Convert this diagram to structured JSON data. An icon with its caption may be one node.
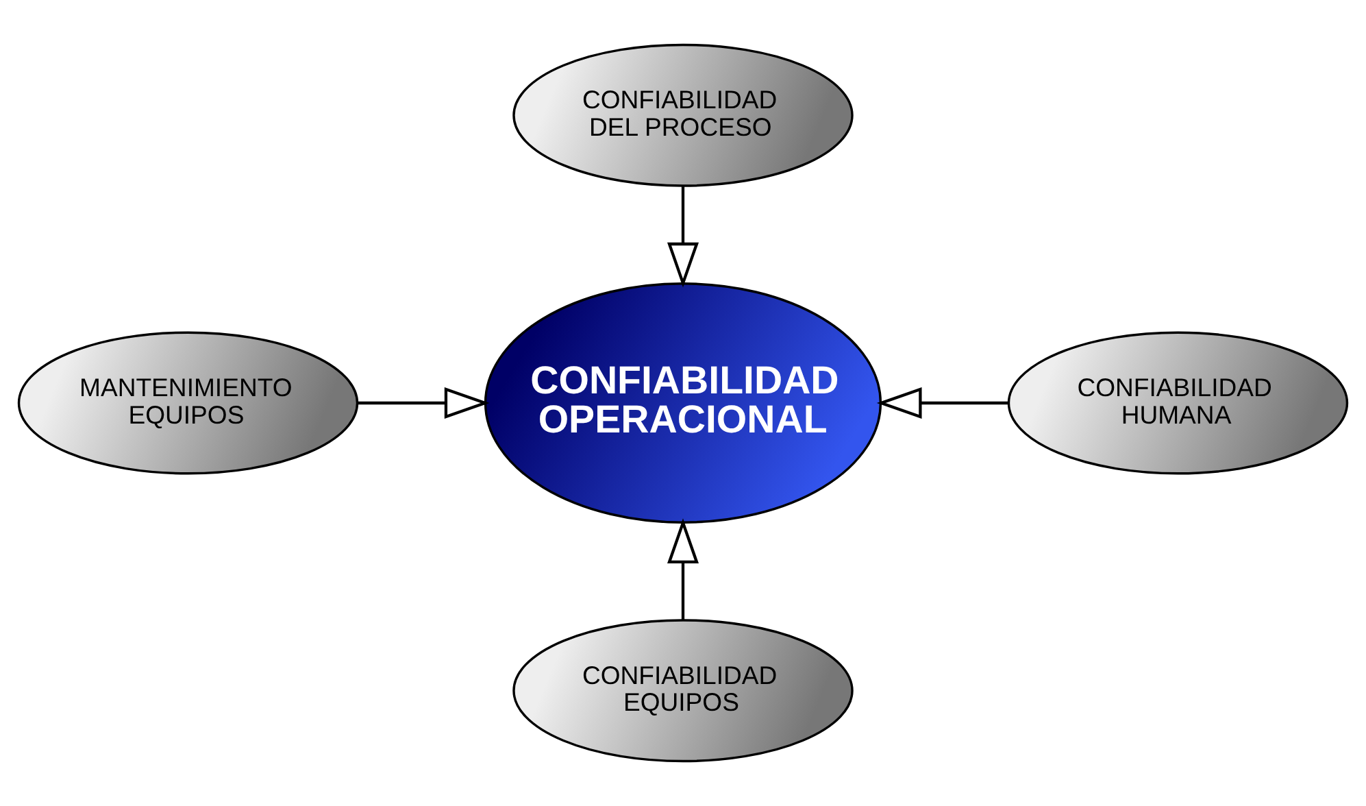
{
  "diagram": {
    "nodes": [
      {
        "text": [
          "CONFIABILIDAD DEL PROCESO"
        ]
      },
      {
        "text": [
          "MANTENIMIENTO EQUIPOS"
        ]
      },
      {
        "text": [
          "CONFIABILIDAD OPERACIONAL"
        ]
      },
      {
        "text": [
          "CONFIABILIDAD HUMANA"
        ]
      },
      {
        "text": [
          "CONFIABILIDAD EQUIPOS"
        ]
      }
    ],
    "edges": [
      {
        "from": 0,
        "to": 2,
        "arrow": "to"
      },
      {
        "from": 1,
        "to": 2,
        "arrow": "to"
      },
      {
        "from": 3,
        "to": 2,
        "arrow": "to"
      },
      {
        "from": 4,
        "to": 2,
        "arrow": "to"
      }
    ]
  }
}
